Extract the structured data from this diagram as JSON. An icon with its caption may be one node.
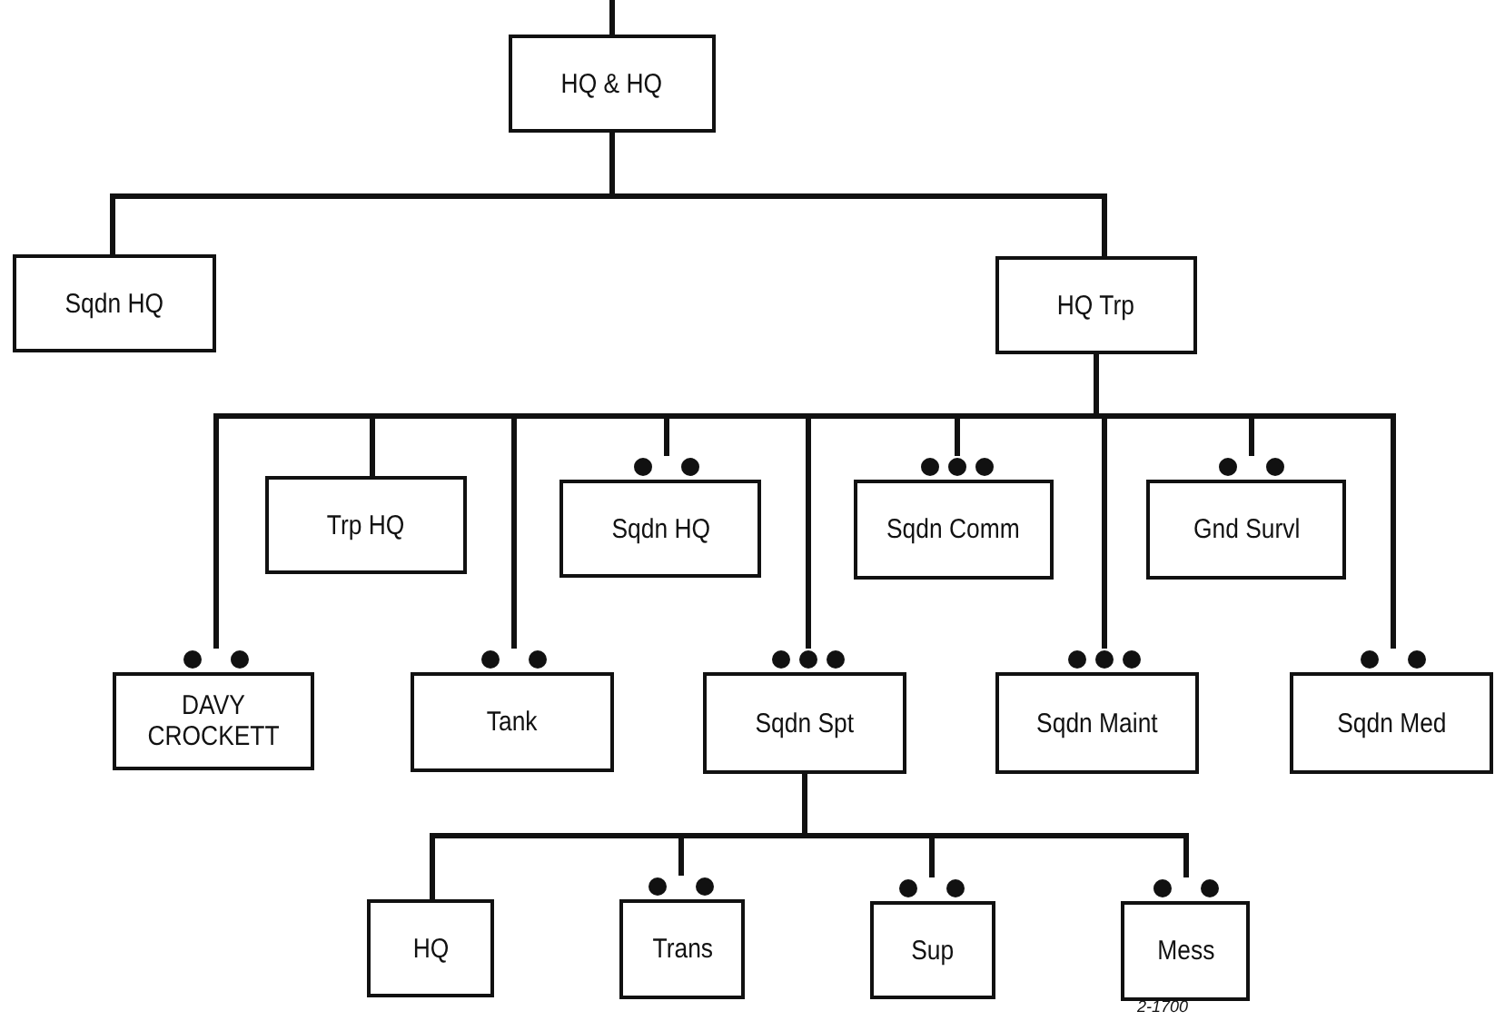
{
  "diagram": {
    "nodes": [
      {
        "text": [
          "HQ & HQ"
        ]
      },
      {
        "text": [
          "Sqdn HQ"
        ]
      },
      {
        "text": [
          "HQ Trp"
        ]
      },
      {
        "text": [
          "Trp HQ"
        ]
      },
      {
        "text": [
          "Sqdn HQ"
        ]
      },
      {
        "text": [
          "Sqdn Comm"
        ]
      },
      {
        "text": [
          "Gnd Survl"
        ]
      },
      {
        "text": [
          "DAVY CROCKETT"
        ]
      },
      {
        "text": [
          "Tank"
        ]
      },
      {
        "text": [
          "Sqdn Spt"
        ]
      },
      {
        "text": [
          "Sqdn Maint"
        ]
      },
      {
        "text": [
          "Sqdn Med"
        ]
      },
      {
        "text": [
          "HQ"
        ]
      },
      {
        "text": [
          "Trans"
        ]
      },
      {
        "text": [
          "Sup"
        ]
      },
      {
        "text": [
          "Mess"
        ]
      }
    ],
    "edges": [
      {
        "from": null,
        "to": 0,
        "arrow": "none"
      },
      {
        "from": 0,
        "to": 1,
        "arrow": "none"
      },
      {
        "from": 0,
        "to": 2,
        "arrow": "none"
      },
      {
        "from": 2,
        "to": 7,
        "arrow": "none"
      },
      {
        "from": 2,
        "to": 3,
        "arrow": "none"
      },
      {
        "from": 2,
        "to": 8,
        "arrow": "none"
      },
      {
        "from": 2,
        "to": 4,
        "arrow": "none"
      },
      {
        "from": 2,
        "to": 9,
        "arrow": "none"
      },
      {
        "from": 2,
        "to": 5,
        "arrow": "none"
      },
      {
        "from": 2,
        "to": 10,
        "arrow": "none"
      },
      {
        "from": 2,
        "to": 6,
        "arrow": "none"
      },
      {
        "from": 2,
        "to": 11,
        "arrow": "none"
      },
      {
        "from": 9,
        "to": 12,
        "arrow": "none"
      },
      {
        "from": 9,
        "to": 13,
        "arrow": "none"
      },
      {
        "from": 9,
        "to": 14,
        "arrow": "none"
      },
      {
        "from": 9,
        "to": 15,
        "arrow": "none"
      }
    ],
    "labels": [
      "2-1700"
    ]
  }
}
